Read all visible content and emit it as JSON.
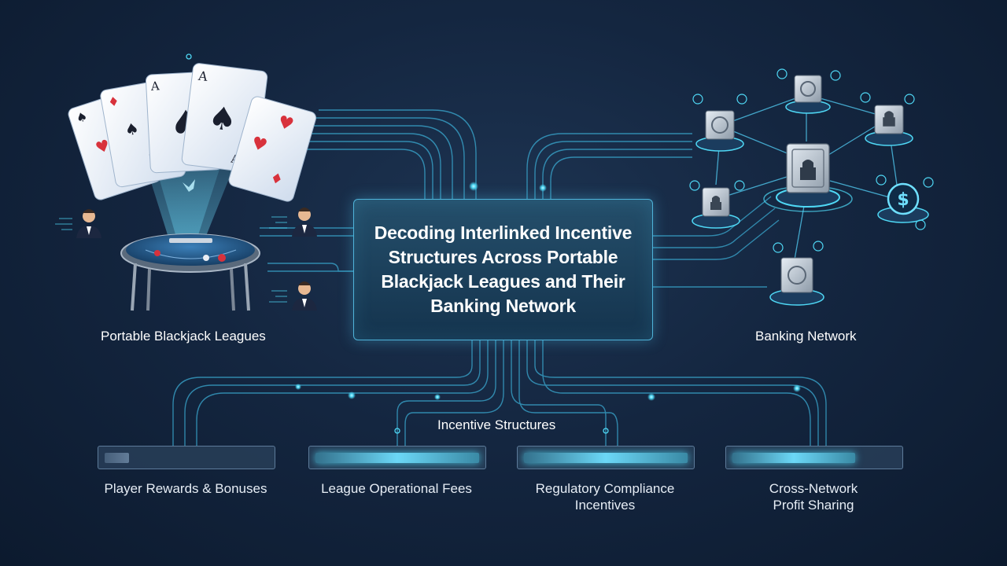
{
  "title": "Decoding Interlinked Incentive Structures Across Portable Blackjack Leagues and Their Banking Network",
  "left_node": {
    "label": "Portable Blackjack Leagues"
  },
  "right_node": {
    "label": "Banking Network"
  },
  "incentive_header": "Incentive Structures",
  "categories": [
    {
      "label": "Player Rewards & Bonuses",
      "level": 0.15
    },
    {
      "label": "League Operational Fees",
      "level": 1.0
    },
    {
      "label": "Regulatory Compliance Incentives",
      "level": 1.0
    },
    {
      "label": "Cross-Network Profit Sharing",
      "level": 0.75
    }
  ],
  "card_ranks": [
    "A",
    "A",
    "A"
  ],
  "colors": {
    "background": "#142640",
    "accent_cyan": "#4fd8f5",
    "wire": "#3aa9d0",
    "card_red": "#d8323c",
    "card_black": "#1a1f2e",
    "table_felt": "#1e5a8a"
  },
  "icons": [
    "playing-cards-icon",
    "blackjack-table-icon",
    "player-avatar-icon",
    "bank-vault-icon",
    "lock-icon",
    "dollar-coin-icon"
  ]
}
